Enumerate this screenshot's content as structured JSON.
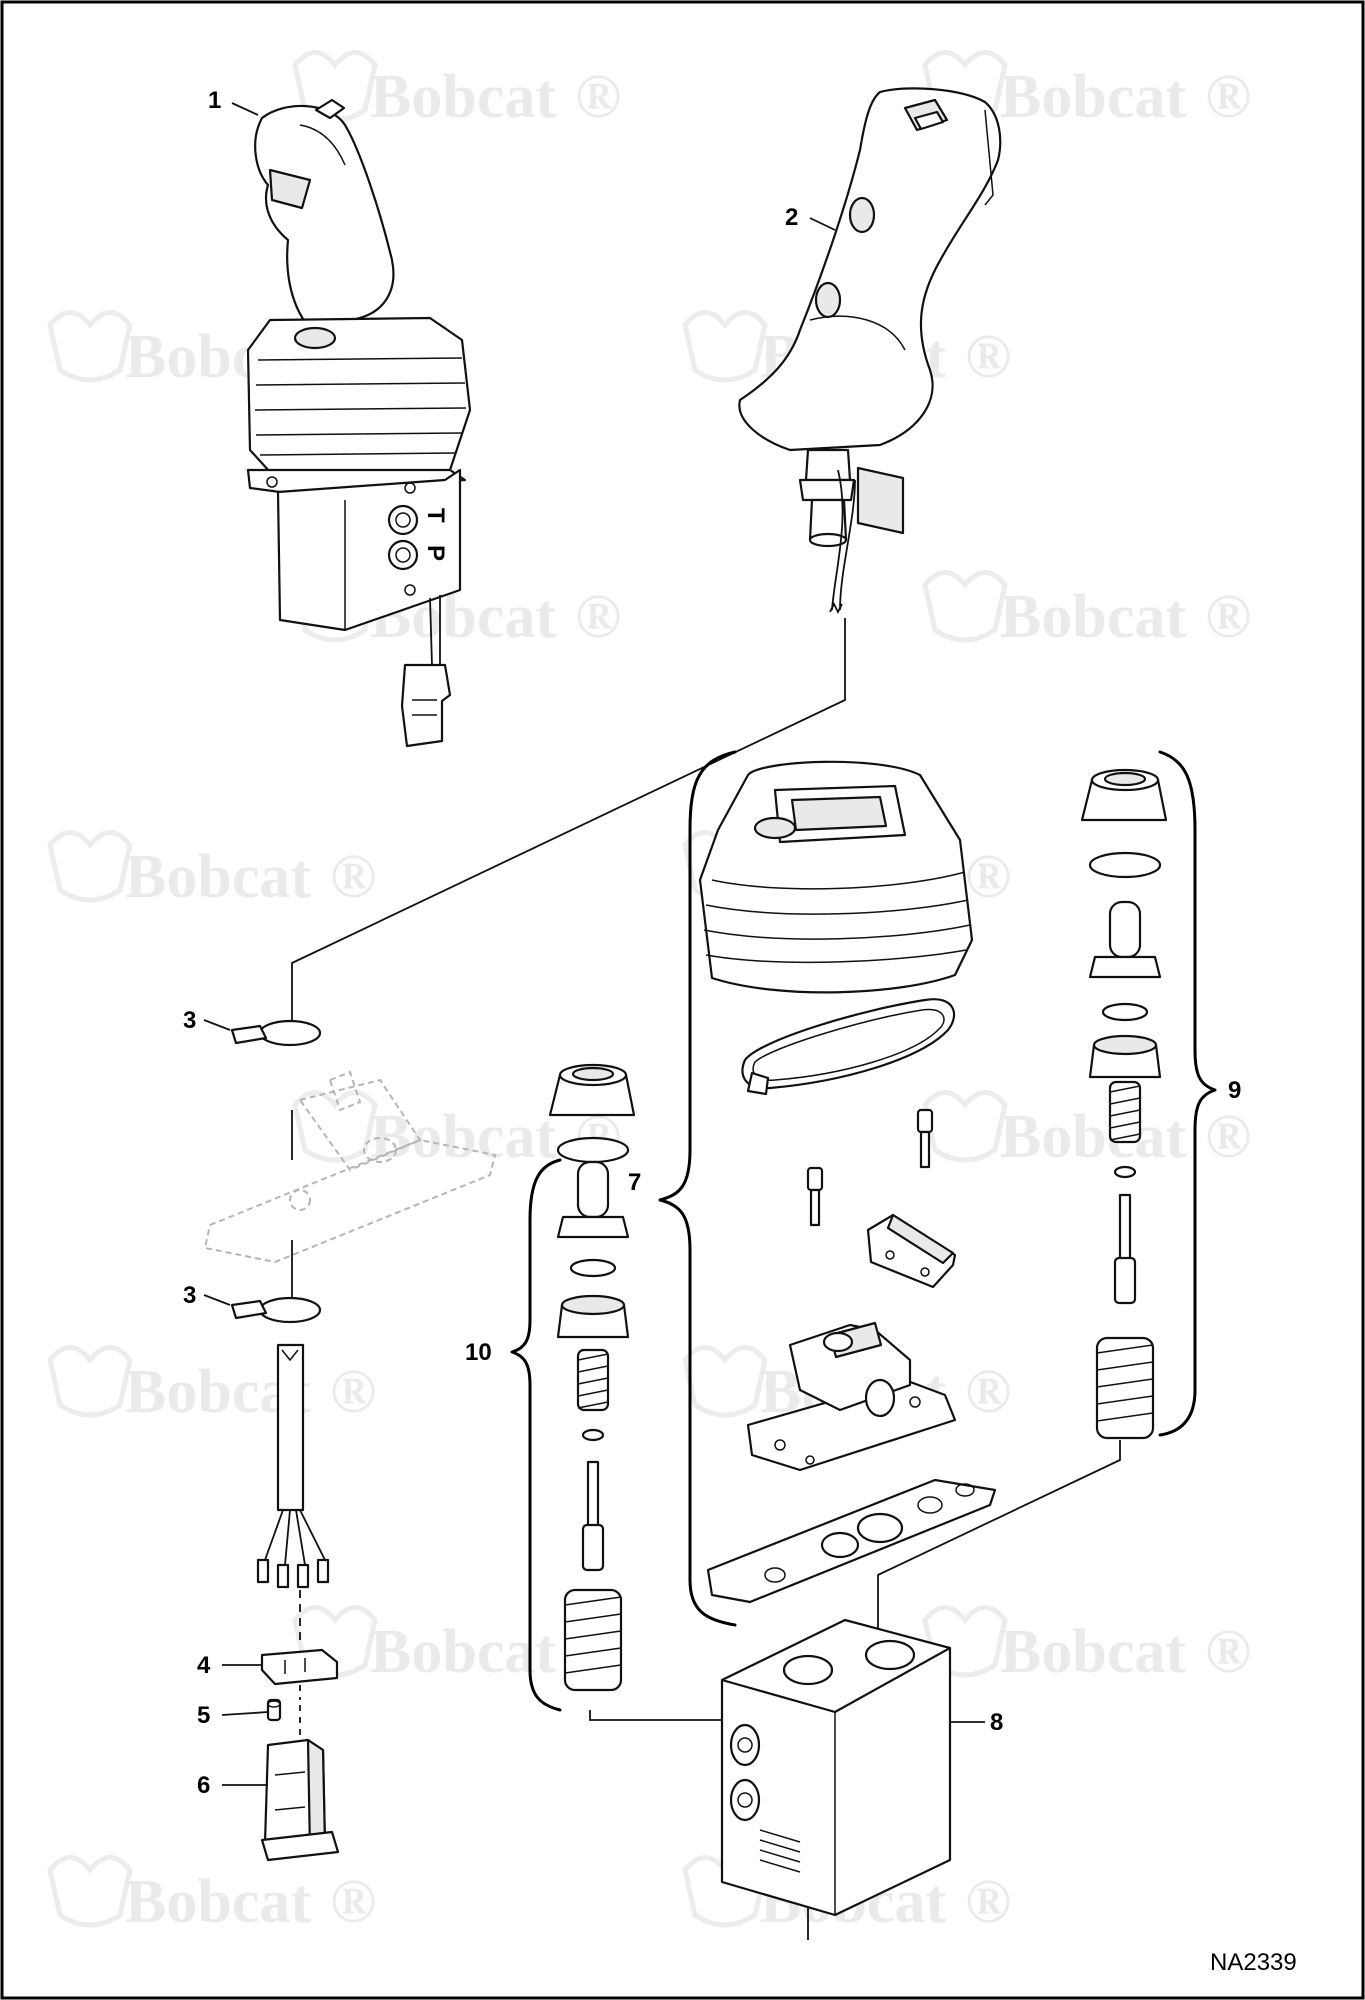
{
  "watermark": {
    "brand": "Bobcat",
    "registered": "®"
  },
  "callouts": [
    "1",
    "2",
    "3",
    "3",
    "4",
    "5",
    "6",
    "7",
    "8",
    "9",
    "10"
  ],
  "valve_ports": {
    "tank": "T",
    "pressure": "P"
  },
  "figure_code": "NA2339"
}
